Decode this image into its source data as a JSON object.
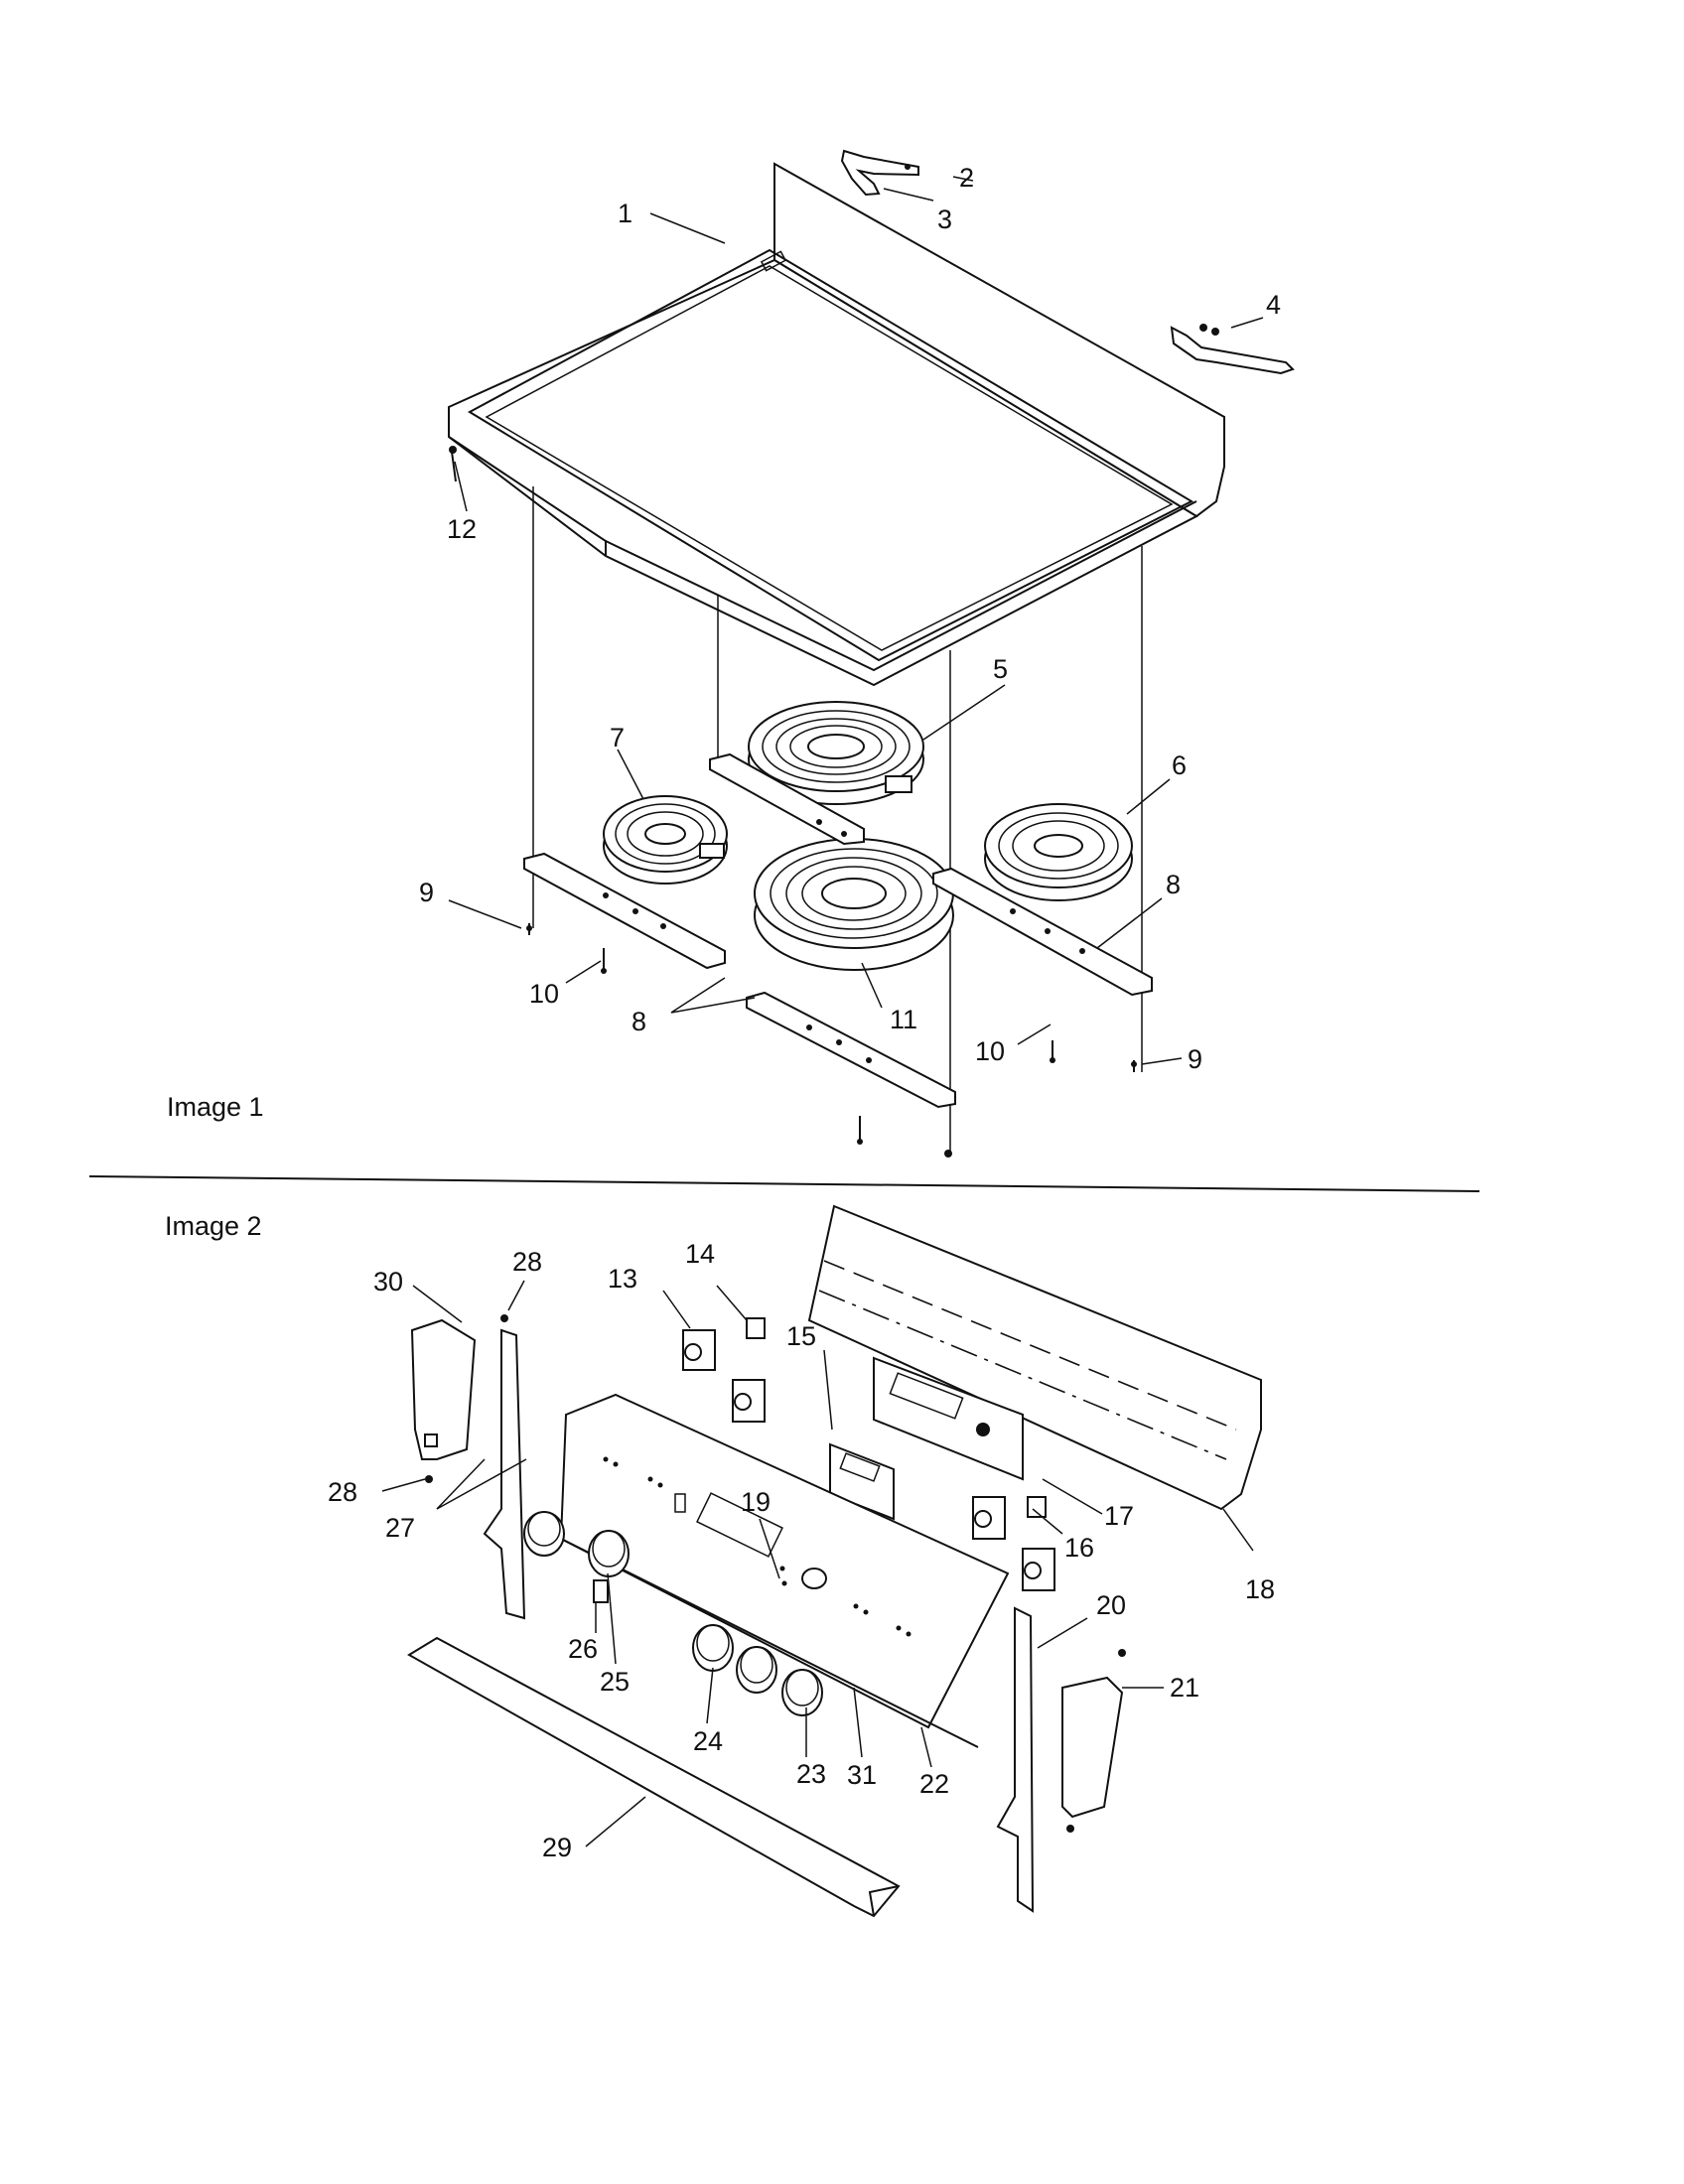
{
  "sections": [
    {
      "id": "image1",
      "label": "Image 1"
    },
    {
      "id": "image2",
      "label": "Image 2"
    }
  ],
  "callouts": {
    "image1": [
      "1",
      "2",
      "3",
      "4",
      "5",
      "6",
      "7",
      "8",
      "8",
      "9",
      "9",
      "10",
      "10",
      "11",
      "12"
    ],
    "image2": [
      "13",
      "14",
      "15",
      "16",
      "17",
      "18",
      "19",
      "20",
      "21",
      "22",
      "23",
      "24",
      "25",
      "26",
      "27",
      "28",
      "28",
      "29",
      "30",
      "31"
    ]
  }
}
